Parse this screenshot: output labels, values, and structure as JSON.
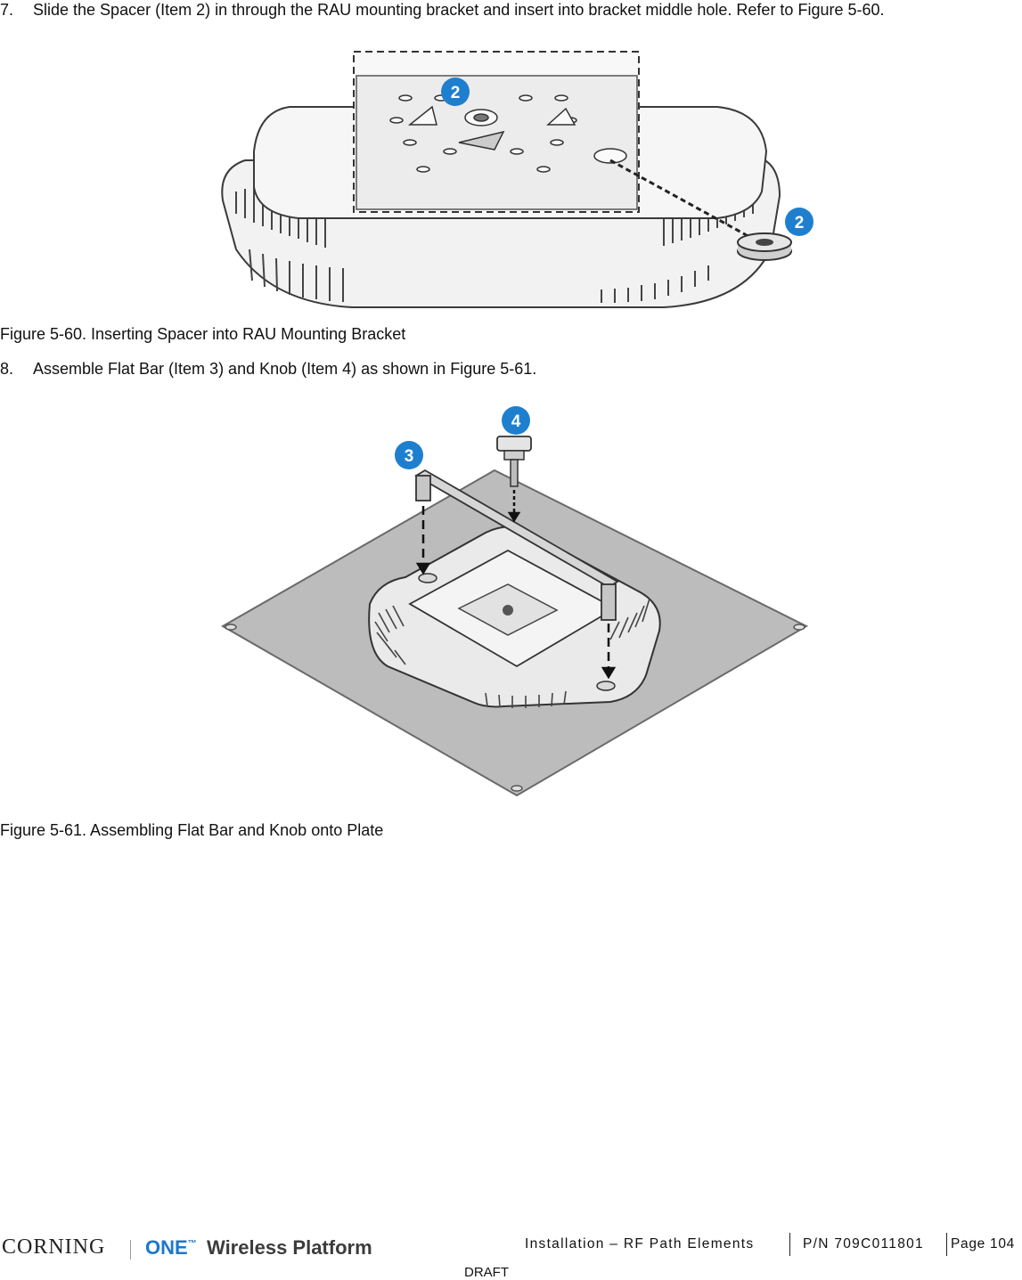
{
  "step7": {
    "number": "7.",
    "text": "Slide the Spacer (Item 2) in through the RAU mounting bracket and insert into bracket middle hole. Refer to Figure 5-60."
  },
  "figure60": {
    "caption": "Figure 5-60. Inserting Spacer into RAU Mounting Bracket",
    "callouts": [
      "2",
      "2"
    ]
  },
  "step8": {
    "number": "8.",
    "text": "Assemble Flat Bar (Item 3) and Knob (Item 4) as shown in Figure 5-61."
  },
  "figure61": {
    "caption": "Figure 5-61. Assembling Flat Bar and Knob onto Plate",
    "callouts": [
      "3",
      "4"
    ]
  },
  "footer": {
    "logo_corning": "CORNING",
    "logo_one": "ONE",
    "logo_tm": "™",
    "logo_platform": "Wireless Platform",
    "section": "Installation – RF Path Elements",
    "part_number": "P/N 709C011801",
    "page": "Page 104",
    "draft": "DRAFT"
  },
  "colors": {
    "callout": "#1f7fcf",
    "device_fill": "#eeeeee",
    "device_stroke": "#3a3a3a",
    "plate_fill": "#b9b9b9"
  }
}
